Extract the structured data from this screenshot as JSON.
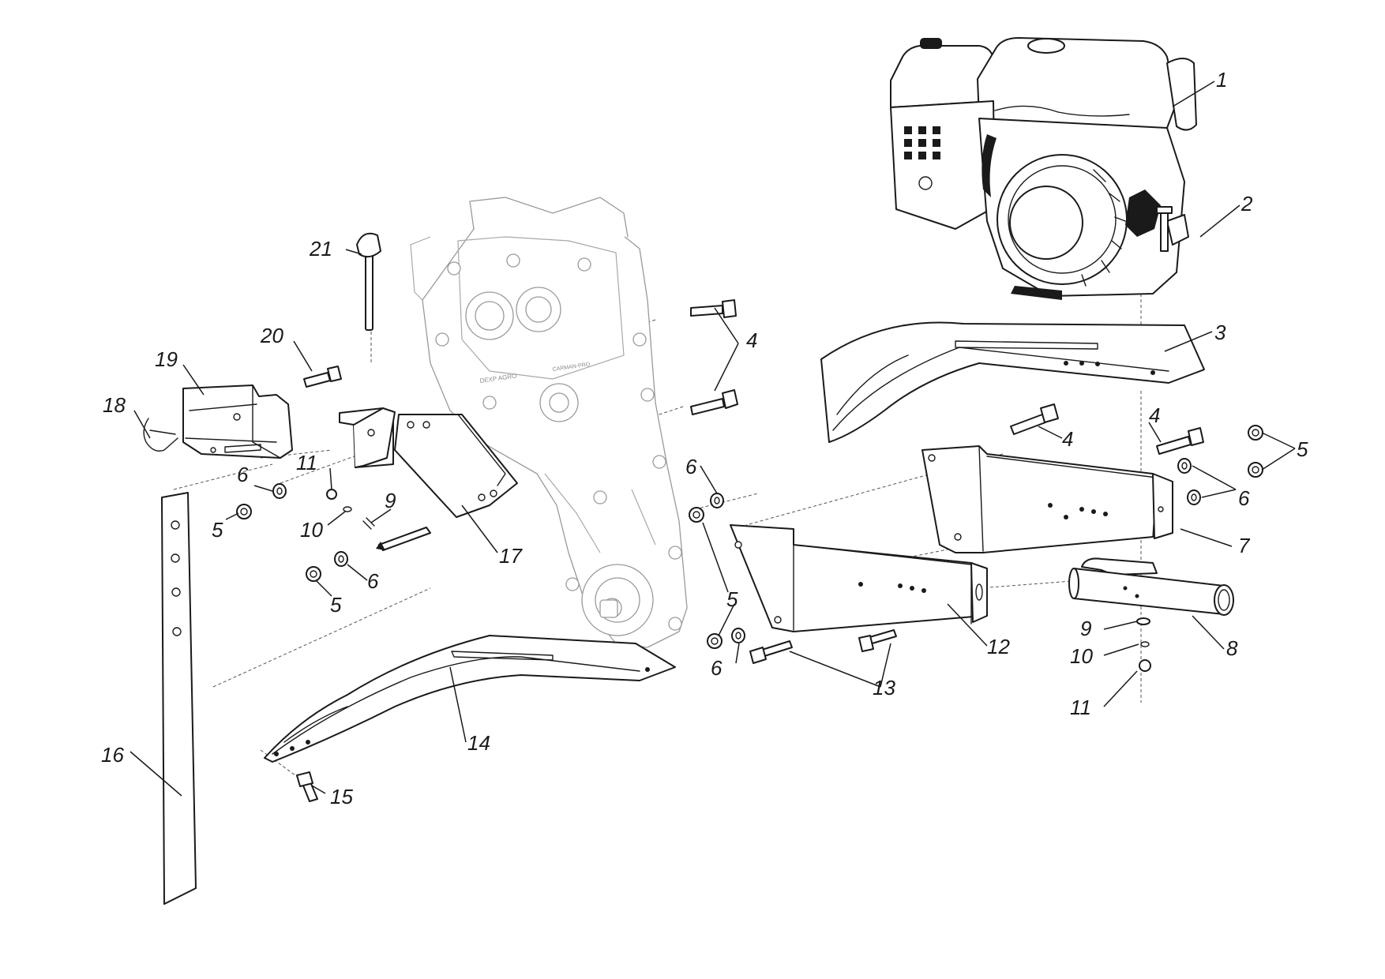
{
  "colors": {
    "line": "#1a1a1a",
    "faint_line": "#9a9a9a",
    "background": "#ffffff"
  },
  "gearbox": {
    "brand": "DEXP AGRO",
    "plate": "CARMAN-PRO"
  },
  "callouts": [
    "1",
    "2",
    "3",
    "4",
    "4",
    "4",
    "4",
    "5",
    "5",
    "5",
    "5",
    "5",
    "6",
    "6",
    "6",
    "6",
    "6",
    "7",
    "8",
    "9",
    "9",
    "10",
    "10",
    "11",
    "11",
    "12",
    "13",
    "14",
    "15",
    "16",
    "17",
    "18",
    "19",
    "20",
    "21"
  ]
}
